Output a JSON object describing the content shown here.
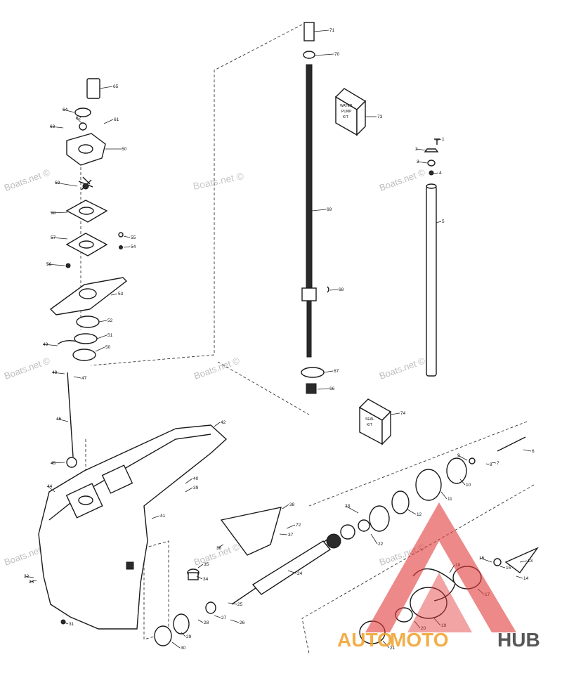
{
  "watermark": "Boats.net ©",
  "callouts": [
    "1",
    "2",
    "3",
    "4",
    "5",
    "6",
    "7",
    "8",
    "9",
    "10",
    "11",
    "12",
    "13",
    "14",
    "15",
    "16",
    "17",
    "18",
    "19",
    "20",
    "21",
    "22",
    "23",
    "24",
    "25",
    "26",
    "27",
    "28",
    "29",
    "30",
    "31",
    "32",
    "33",
    "34",
    "35",
    "36",
    "37",
    "38",
    "39",
    "40",
    "41",
    "42",
    "44",
    "45",
    "46",
    "47",
    "48",
    "49",
    "50",
    "51",
    "52",
    "53",
    "54",
    "55",
    "56",
    "57",
    "58",
    "59",
    "60",
    "61",
    "62",
    "63",
    "64",
    "65",
    "66",
    "67",
    "68",
    "69",
    "70",
    "71",
    "72",
    "73",
    "74"
  ],
  "boxes": {
    "kit_73": [
      "WATER",
      "PUMP",
      "KIT"
    ],
    "kit_74": [
      "SEAL",
      "KIT"
    ]
  },
  "logo": {
    "part1": "AUTO",
    "part2": "MOTO",
    "part3": "HUB",
    "color_red": "#e23b3b",
    "color_orange": "#f0a12a",
    "color_dark": "#3a3a3a"
  }
}
